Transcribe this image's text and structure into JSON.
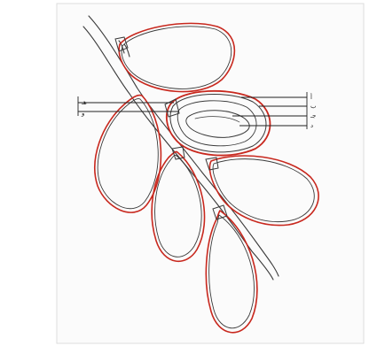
{
  "diagram": {
    "labels": {
      "right": [
        "أ",
        "ب",
        "جـ",
        "د"
      ],
      "left": [
        "هـ",
        "و"
      ]
    },
    "colors": {
      "paper": "#fbfbfb",
      "ink": "#3a3a3a",
      "outline_red": "#c8281e"
    }
  }
}
